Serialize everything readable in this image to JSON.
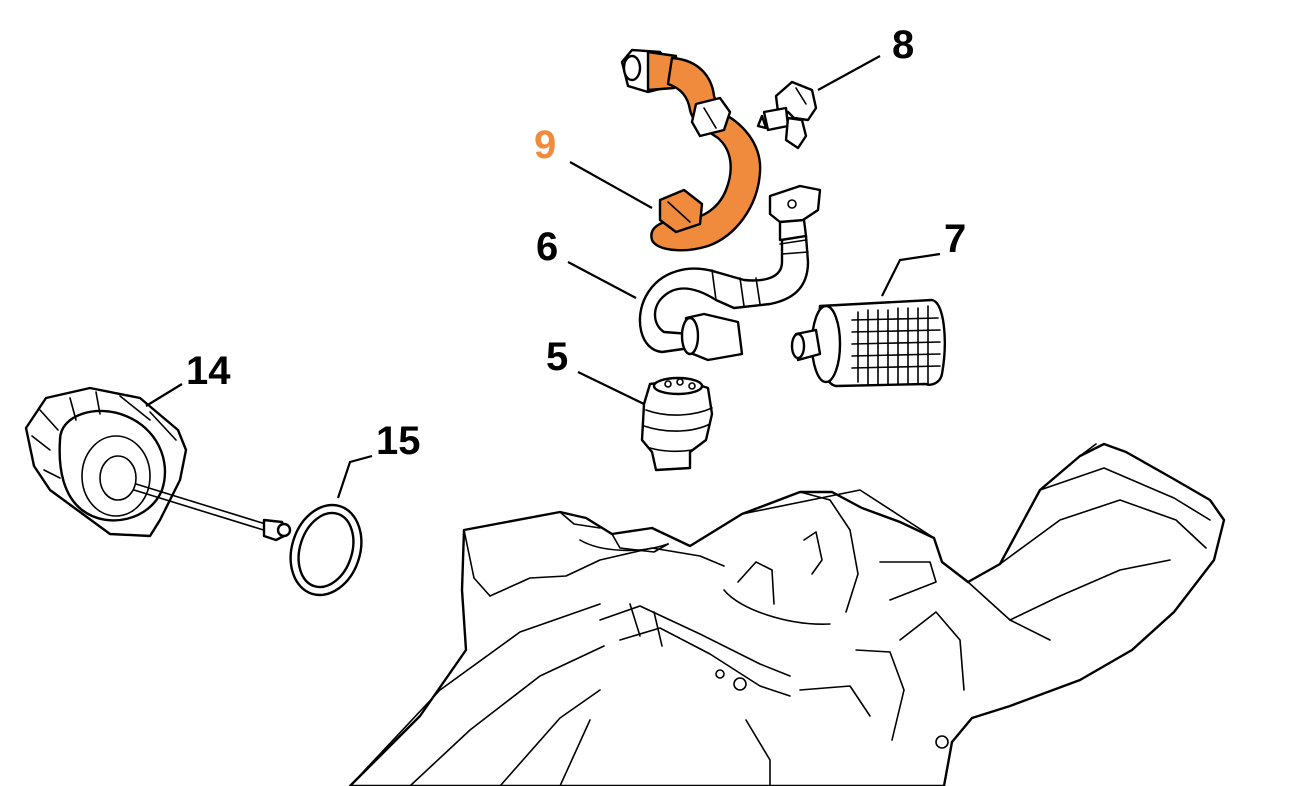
{
  "colors": {
    "highlight": "#f08a3c",
    "line": "#000000",
    "background": "#ffffff"
  },
  "callouts": {
    "c9": "9",
    "c8": "8",
    "c6": "6",
    "c7": "7",
    "c5": "5",
    "c14": "14",
    "c15": "15"
  }
}
